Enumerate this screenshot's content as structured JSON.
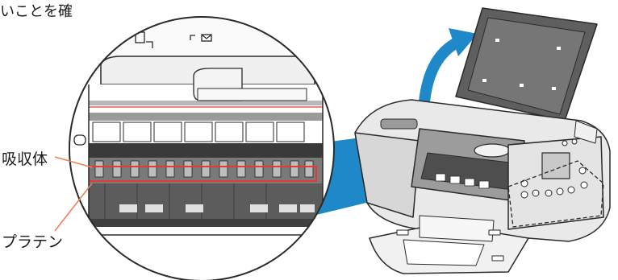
{
  "caption_fragment": "いことを確",
  "labels": {
    "absorber": "吸収体",
    "platen": "プラテン"
  },
  "icons": [
    "paper-icon",
    "envelope-icon",
    "printer-illustration",
    "lift-arrow-icon"
  ],
  "colors": {
    "arrow_blue": "#1e88c9",
    "highlight_red": "#e53935",
    "leader_orange": "#e8845a",
    "line": "#2a2a2a"
  }
}
